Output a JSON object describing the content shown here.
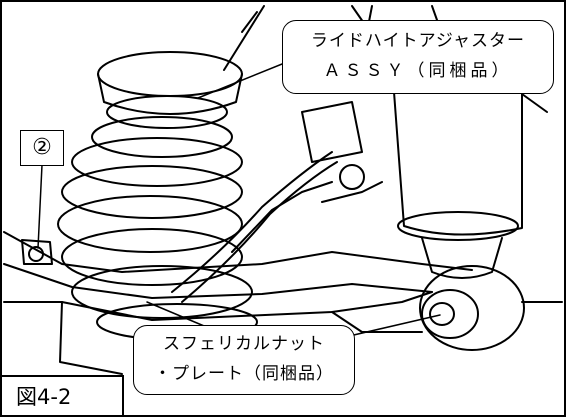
{
  "figure": {
    "label": "図4-2",
    "reference_marker": "②",
    "callouts": {
      "top": {
        "line1": "ライドハイトアジャスター",
        "line2": "ＡＳＳＹ（同梱品）"
      },
      "bottom": {
        "line1": "スフェリカルナット",
        "line2": "・プレート（同梱品）"
      }
    }
  }
}
